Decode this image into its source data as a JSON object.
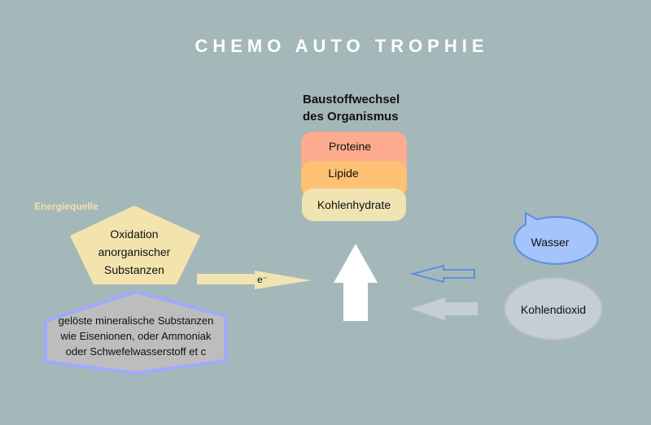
{
  "title": "CHEMO AUTO TROPHIE",
  "baustoff": {
    "line1": "Baustoffwechsel",
    "line2": "des Organismus",
    "layers": [
      "Proteine",
      "Lipide",
      "Kohlenhydrate"
    ]
  },
  "energy": {
    "label": "Energiequelle",
    "line1": "Oxidation",
    "line2": "anorganischer",
    "line3": "Substanzen"
  },
  "electron": "e⁻",
  "substances": {
    "line1": "gelöste mineralische Substanzen",
    "line2": "wie Eisenionen, oder Ammoniak",
    "line3": "oder Schwefelwasserstoff  et c"
  },
  "inputs": {
    "water": "Wasser",
    "co2": "Kohlendioxid"
  },
  "colors": {
    "background": "#a5b8b9",
    "proteine": "#fdab8e",
    "lipide": "#fdc173",
    "kohlenhydrate": "#f0e4b2",
    "pentagon": "#f3e4ae",
    "water": "#a4c4fb",
    "co2": "#c5ced6"
  }
}
